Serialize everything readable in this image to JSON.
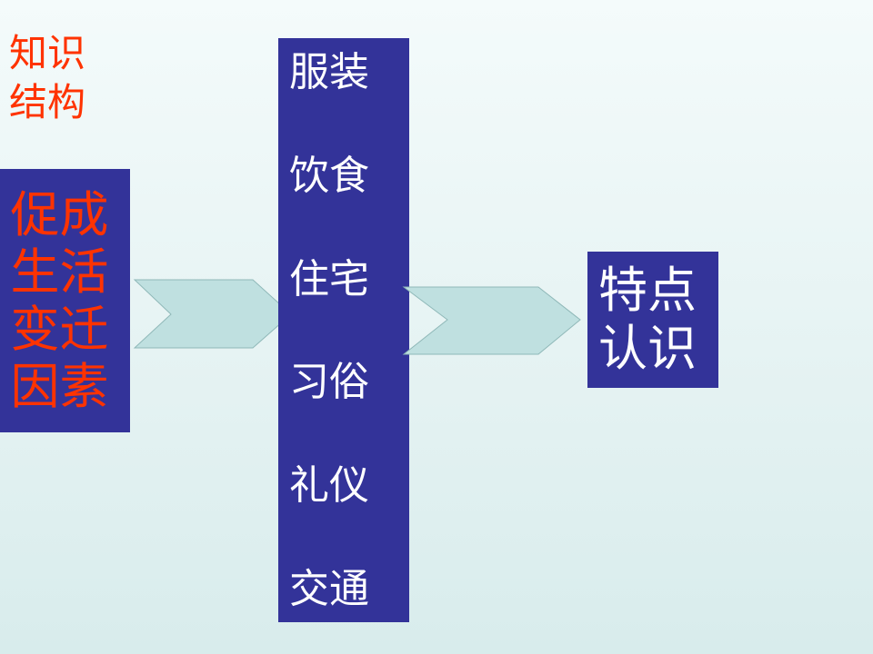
{
  "heading": "知识\n结构",
  "left_box": {
    "label": "促成\n生活\n变迁\n因素"
  },
  "middle_box": {
    "items": [
      "服装",
      "饮食",
      "住宅",
      "习俗",
      "礼仪",
      "交通"
    ]
  },
  "right_box": {
    "label": "特点\n认识"
  },
  "colors": {
    "box_fill": "#333399",
    "accent_text": "#ff3300",
    "white_text": "#ffffff",
    "arrow_fill": "#bfe0e0"
  }
}
